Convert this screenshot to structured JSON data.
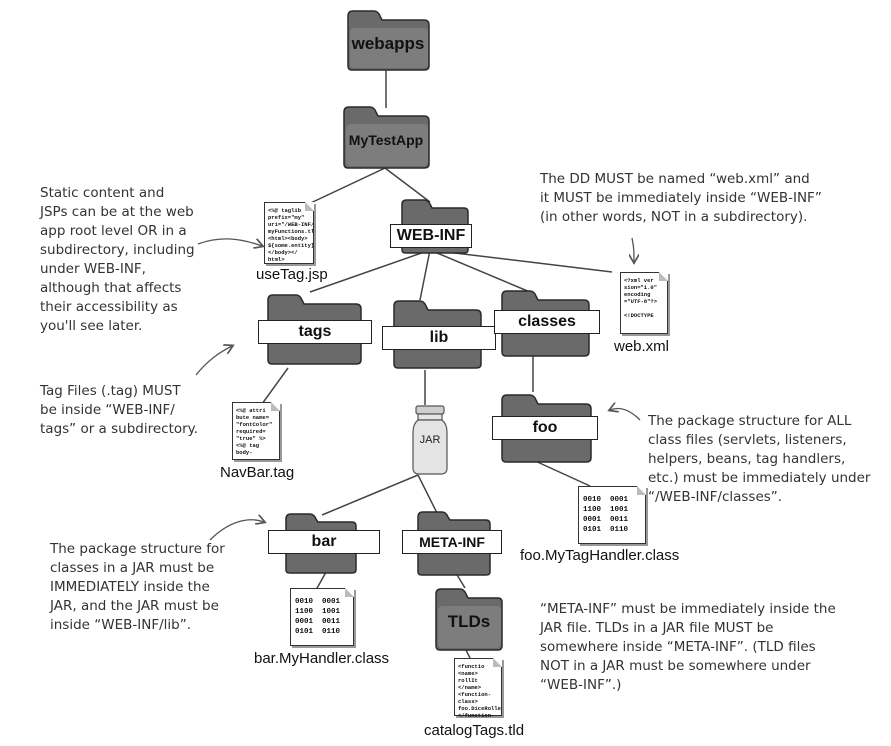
{
  "folders": {
    "webapps": "webapps",
    "mytestapp": "MyTestApp",
    "web_inf": "WEB-INF",
    "tags": "tags",
    "lib": "lib",
    "classes": "classes",
    "foo": "foo",
    "bar": "bar",
    "meta_inf": "META-INF",
    "tlds": "TLDs"
  },
  "jar_label": "JAR",
  "files": {
    "usetag": {
      "name": "useTag.jsp",
      "content": "<%@ taglib\nprefix=\"my\"\nuri=\"/WEB-INF/\nmyFunctions.tld\"%>\n<html><body>\n${some.entity}\n</body></\nhtml>"
    },
    "webxml": {
      "name": "web.xml",
      "content": "<?xml ver\nsion=\"1.0\"\nencoding\n=\"UTF-8\"?>\n\n<!DOCTYPE"
    },
    "navbar": {
      "name": "NavBar.tag",
      "content": "<%@ attri\nbute name=\n\"fontColor\"\nrequired=\n\"true\" %>\n<%@ tag\nbody-"
    },
    "foo_class": {
      "name": "foo.MyTagHandler.class",
      "content": "0010  0001\n1100  1001\n0001  0011\n0101  0110"
    },
    "bar_class": {
      "name": "bar.MyHandler.class",
      "content": "0010  0001\n1100  1001\n0001  0011\n0101  0110"
    },
    "catalog": {
      "name": "catalogTags.tld",
      "content": "<functio\n<name>\nrollIt\n</name>\n<function-\nclass>\nfoo.DiceRoller\n</function-"
    }
  },
  "notes": {
    "static": "Static content and\nJSPs can be at the web\napp root level OR in a\nsubdirectory, including\nunder WEB-INF,\nalthough that affects\ntheir accessibility as\nyou'll see later.",
    "dd": "The DD MUST be named “web.xml” and\nit MUST be immediately inside “WEB-INF”\n(in other words, NOT in a subdirectory).",
    "tagfiles": "Tag Files (.tag) MUST\nbe inside “WEB-INF/\ntags” or a subdirectory.",
    "package": "The package structure for ALL\nclass files (servlets, listeners,\nhelpers, beans, tag handlers,\netc.) must be immediately under\n“/WEB-INF/classes”.",
    "jar_pkg": "The package structure for\nclasses in a JAR must be\nIMMEDIATELY inside the\nJAR, and the JAR must be\ninside “WEB-INF/lib”.",
    "meta": "“META-INF” must be immediately inside the\nJAR file. TLDs in a JAR file MUST be\nsomewhere inside “META-INF”. (TLD files\nNOT in a JAR must be somewhere under\n“WEB-INF”.)"
  }
}
